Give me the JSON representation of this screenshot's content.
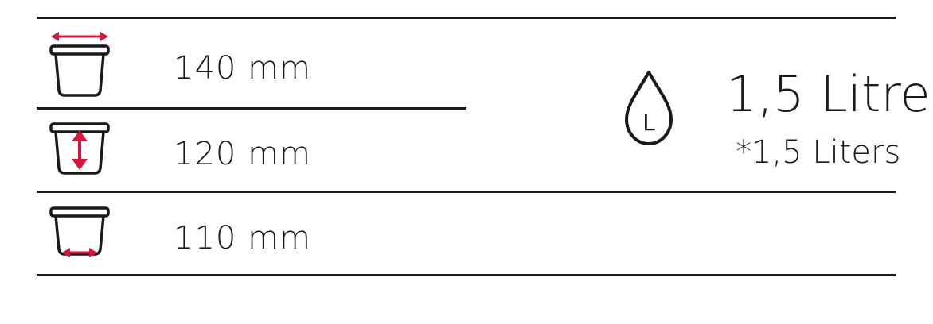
{
  "dimensions": {
    "width": {
      "value": "140 mm",
      "icon": "container-width-icon"
    },
    "height": {
      "value": "120 mm",
      "icon": "container-height-icon"
    },
    "base": {
      "value": "110 mm",
      "icon": "container-base-icon"
    }
  },
  "capacity": {
    "icon": "liquid-drop-icon",
    "drop_letter": "L",
    "primary": "1,5 Litre",
    "secondary": "*1,5 Liters"
  },
  "colors": {
    "line": "#1a1a1a",
    "accent": "#d6163a"
  }
}
